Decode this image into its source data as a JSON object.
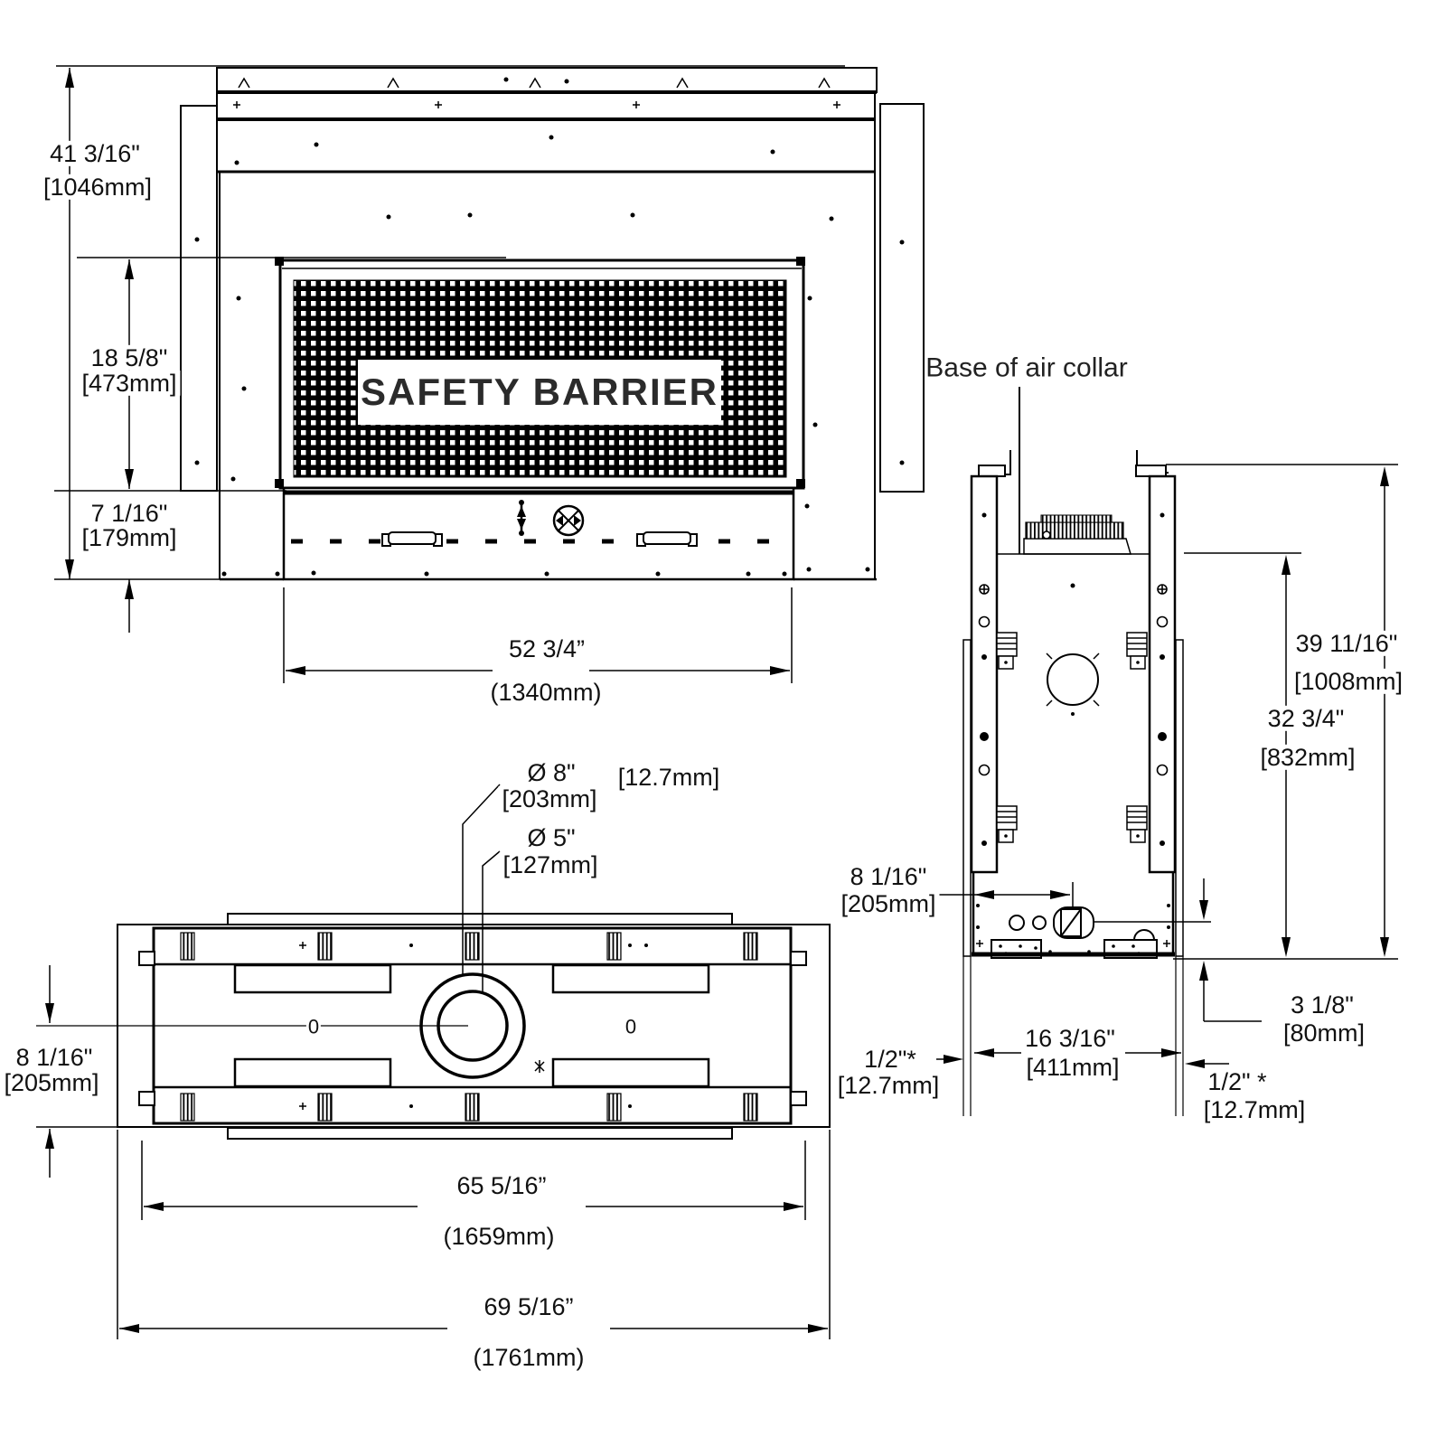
{
  "front_view": {
    "safety_label": "SAFETY BARRIER",
    "dim_total_height_in": "41 3/16\"",
    "dim_total_height_mm": "[1046mm]",
    "dim_opening_height_in": "18 5/8\"",
    "dim_opening_height_mm": "[473mm]",
    "dim_base_height_in": "7 1/16\"",
    "dim_base_height_mm": "[179mm]",
    "dim_width_in": "52 3/4”",
    "dim_width_mm": "(1340mm)"
  },
  "plan_view": {
    "dim_flue_outer_in": "Ø 8\"",
    "dim_flue_outer_mm": "[203mm]",
    "dim_flue_inner_in": "Ø 5\"",
    "dim_flue_inner_mm": "[127mm]",
    "note_mm": "[12.7mm]",
    "dim_depth_in": "8 1/16\"",
    "dim_depth_mm": "[205mm]",
    "dim_width_inner_in": "65 5/16”",
    "dim_width_inner_mm": "(1659mm)",
    "dim_width_outer_in": "69 5/16”",
    "dim_width_outer_mm": "(1761mm)",
    "zero_mark_left": "0",
    "zero_mark_right": "0"
  },
  "side_view": {
    "callout_air_collar": "Base of air collar",
    "dim_total_height_in": "39 11/16\"",
    "dim_total_height_mm": "[1008mm]",
    "dim_collar_height_in": "32 3/4\"",
    "dim_collar_height_mm": "[832mm]",
    "dim_junction_in": "8 1/16\"",
    "dim_junction_mm": "[205mm]",
    "dim_bottom_in": "3 1/8\"",
    "dim_bottom_mm": "[80mm]",
    "dim_flange_left_in": "1/2\"*",
    "dim_flange_left_mm": "[12.7mm]",
    "dim_depth_in": "16 3/16\"",
    "dim_depth_mm": "[411mm]",
    "dim_flange_right_in": "1/2\" *",
    "dim_flange_right_mm": "[12.7mm]"
  }
}
